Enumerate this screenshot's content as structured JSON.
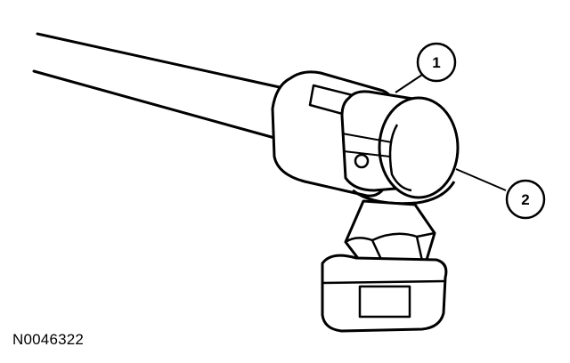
{
  "figure": {
    "identifier": "N0046322"
  },
  "callouts": [
    {
      "number": "1"
    },
    {
      "number": "2"
    }
  ],
  "colors": {
    "line": "#000000",
    "background": "#ffffff",
    "shade": "#b8b8b8"
  }
}
